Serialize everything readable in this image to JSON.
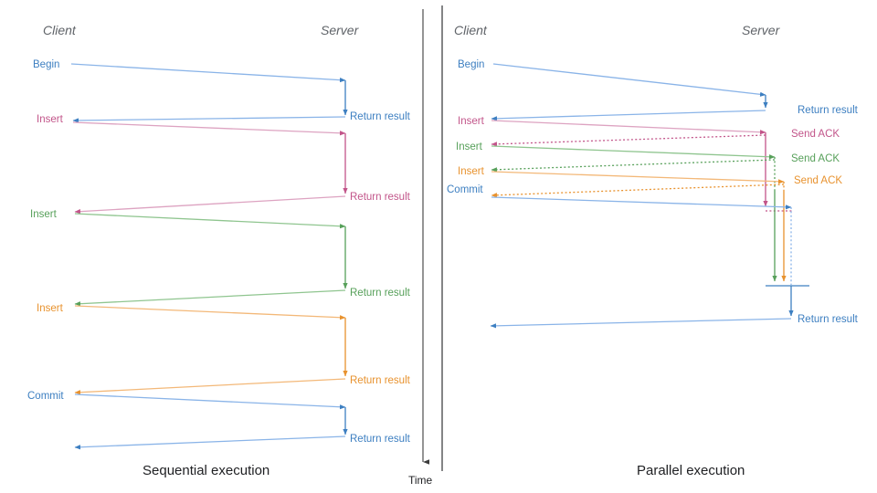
{
  "figure": {
    "time_axis_label": "Time",
    "colors": {
      "blue": "#3d7fc1",
      "blue_light": "#8ab4e8",
      "pink": "#c2558a",
      "pink_light": "#dda3c1",
      "green": "#57a05a",
      "green_light": "#8fc58f",
      "orange": "#e8922e",
      "orange_light": "#f3b878",
      "header_gray": "#5f6368",
      "caption_black": "#202124"
    }
  },
  "left_panel": {
    "caption": "Sequential execution",
    "client_header": "Client",
    "server_header": "Server",
    "client_labels": [
      {
        "text": "Begin",
        "color": "blue"
      },
      {
        "text": "Insert",
        "color": "pink"
      },
      {
        "text": "Insert",
        "color": "green"
      },
      {
        "text": "Insert",
        "color": "orange"
      },
      {
        "text": "Commit",
        "color": "blue"
      }
    ],
    "server_labels": [
      {
        "text": "Return result",
        "color": "blue"
      },
      {
        "text": "Return result",
        "color": "pink"
      },
      {
        "text": "Return result",
        "color": "green"
      },
      {
        "text": "Return result",
        "color": "orange"
      },
      {
        "text": "Return result",
        "color": "blue"
      }
    ]
  },
  "right_panel": {
    "caption": "Parallel execution",
    "client_header": "Client",
    "server_header": "Server",
    "client_labels": [
      {
        "text": "Begin",
        "color": "blue"
      },
      {
        "text": "Insert",
        "color": "pink"
      },
      {
        "text": "Insert",
        "color": "green"
      },
      {
        "text": "Insert",
        "color": "orange"
      },
      {
        "text": "Commit",
        "color": "blue"
      }
    ],
    "server_labels": [
      {
        "text": "Return result",
        "color": "blue"
      },
      {
        "text": "Send ACK",
        "color": "pink"
      },
      {
        "text": "Send ACK",
        "color": "green"
      },
      {
        "text": "Send ACK",
        "color": "orange"
      },
      {
        "text": "Return result",
        "color": "blue"
      }
    ]
  },
  "chart_data": {
    "type": "sequence-diagram",
    "title": "Sequential execution vs Parallel execution",
    "panels": [
      {
        "name": "Sequential execution",
        "participants": [
          "Client",
          "Server"
        ],
        "messages": [
          {
            "from": "Client",
            "to": "Server",
            "label": "Begin",
            "color": "blue",
            "style": "solid"
          },
          {
            "from": "Server",
            "to": "Client",
            "label": "Return result",
            "color": "blue",
            "style": "solid"
          },
          {
            "from": "Client",
            "to": "Server",
            "label": "Insert",
            "color": "pink",
            "style": "solid"
          },
          {
            "from": "Server",
            "to": "Client",
            "label": "Return result",
            "color": "pink",
            "style": "solid"
          },
          {
            "from": "Client",
            "to": "Server",
            "label": "Insert",
            "color": "green",
            "style": "solid"
          },
          {
            "from": "Server",
            "to": "Client",
            "label": "Return result",
            "color": "green",
            "style": "solid"
          },
          {
            "from": "Client",
            "to": "Server",
            "label": "Insert",
            "color": "orange",
            "style": "solid"
          },
          {
            "from": "Server",
            "to": "Client",
            "label": "Return result",
            "color": "orange",
            "style": "solid"
          },
          {
            "from": "Client",
            "to": "Server",
            "label": "Commit",
            "color": "blue",
            "style": "solid"
          },
          {
            "from": "Server",
            "to": "Client",
            "label": "Return result",
            "color": "blue",
            "style": "solid"
          }
        ]
      },
      {
        "name": "Parallel execution",
        "participants": [
          "Client",
          "Server"
        ],
        "messages": [
          {
            "from": "Client",
            "to": "Server",
            "label": "Begin",
            "color": "blue",
            "style": "solid"
          },
          {
            "from": "Server",
            "to": "Client",
            "label": "Return result",
            "color": "blue",
            "style": "solid"
          },
          {
            "from": "Client",
            "to": "Server",
            "label": "Insert",
            "color": "pink",
            "style": "solid"
          },
          {
            "from": "Server",
            "to": "Client",
            "label": "Send ACK",
            "color": "pink",
            "style": "dotted"
          },
          {
            "from": "Client",
            "to": "Server",
            "label": "Insert",
            "color": "green",
            "style": "solid"
          },
          {
            "from": "Server",
            "to": "Client",
            "label": "Send ACK",
            "color": "green",
            "style": "dotted"
          },
          {
            "from": "Client",
            "to": "Server",
            "label": "Insert",
            "color": "orange",
            "style": "solid"
          },
          {
            "from": "Server",
            "to": "Client",
            "label": "Send ACK",
            "color": "orange",
            "style": "dotted"
          },
          {
            "from": "Client",
            "to": "Server",
            "label": "Commit",
            "color": "blue",
            "style": "solid"
          },
          {
            "from": "Server",
            "to": "Client",
            "label": "Return result",
            "color": "blue",
            "style": "solid"
          }
        ]
      }
    ],
    "axis": {
      "label": "Time",
      "direction": "downward"
    }
  }
}
